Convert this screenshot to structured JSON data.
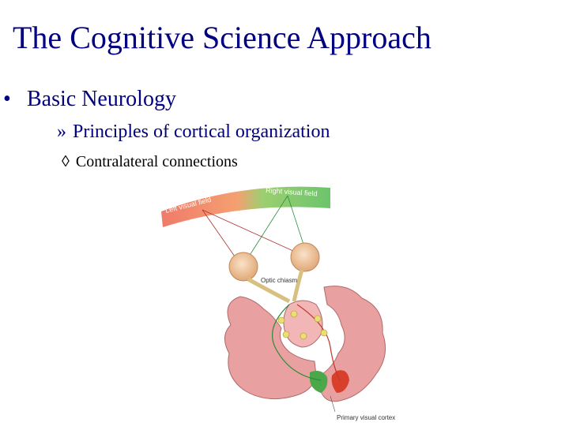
{
  "slide": {
    "title": "The Cognitive Science Approach",
    "bullet1": {
      "marker": "•",
      "text": "Basic Neurology"
    },
    "bullet2": {
      "marker": "»",
      "text": "Principles of cortical organization"
    },
    "bullet3": {
      "marker": "◊",
      "text": "Contralateral connections"
    }
  },
  "figure": {
    "left_field_label": "Left visual field",
    "right_field_label": "Right visual field",
    "chiasm_label": "Optic chiasm",
    "cortex_label": "Primary visual cortex",
    "colors": {
      "left_field": "#f07a6a",
      "right_field": "#6cc46c",
      "brain": "#e8a0a0",
      "eye": "#f0c8a0",
      "left_pathway": "#c0392b",
      "right_pathway": "#2e8b3a"
    }
  }
}
